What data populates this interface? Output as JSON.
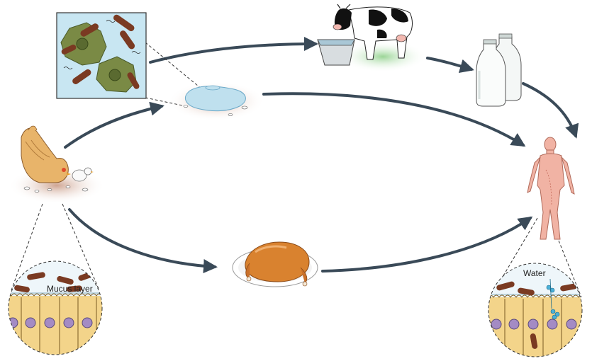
{
  "labels": {
    "mucus_layer": "Mucus layer",
    "water": "Water"
  },
  "colors": {
    "arrow": "#3a4a58",
    "bacteria": "#7a3a22",
    "protozoa": "#7a8a45",
    "villi_fill": "#f3d48a",
    "nucleus": "#a48bc4",
    "human_skin": "#f1b3a4",
    "chicken": "#e8b46a",
    "roast": "#d9822f",
    "mucus": "#bfe0ee"
  },
  "nodes": [
    {
      "name": "protozoa-inset"
    },
    {
      "name": "water-puddle"
    },
    {
      "name": "cow"
    },
    {
      "name": "milk-bottles"
    },
    {
      "name": "chicken"
    },
    {
      "name": "roast-chicken"
    },
    {
      "name": "human"
    },
    {
      "name": "gut-chicken-inset"
    },
    {
      "name": "gut-human-inset"
    }
  ]
}
